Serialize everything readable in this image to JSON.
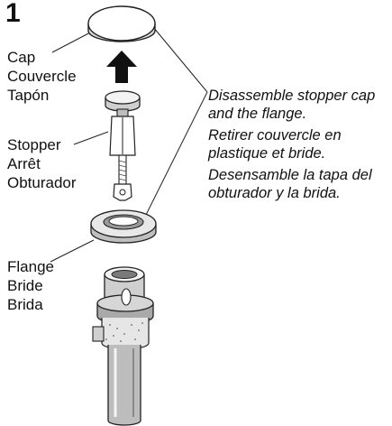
{
  "step": {
    "number": "1"
  },
  "labels": {
    "cap": [
      "Cap",
      "Couvercle",
      "Tapón"
    ],
    "stopper": [
      "Stopper",
      "Arrêt",
      "Obturador"
    ],
    "flange": [
      "Flange",
      "Bride",
      "Brida"
    ]
  },
  "instructions": {
    "english": "Disassemble stopper cap and the flange.",
    "french": "Retirer couvercle en plastique et bride.",
    "spanish": "Desensamble la tapa del obturador y la brida."
  }
}
